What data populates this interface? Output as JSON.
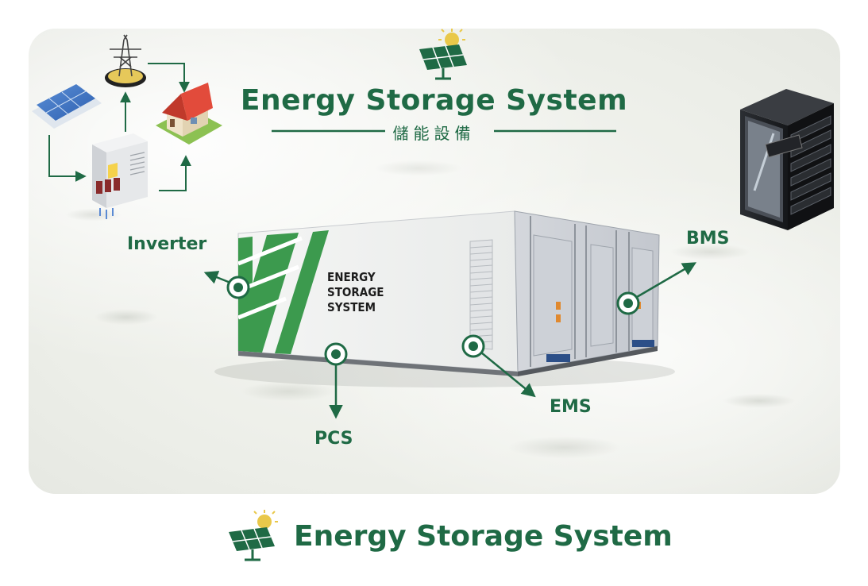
{
  "header": {
    "title": "Energy Storage System",
    "subtitle_cn": "儲能設備"
  },
  "container": {
    "side_text_line1": "ENERGY",
    "side_text_line2": "STORAGE",
    "side_text_line3": "SYSTEM"
  },
  "callouts": {
    "inverter": "Inverter",
    "pcs": "PCS",
    "ems": "EMS",
    "bms": "BMS"
  },
  "footer": {
    "title": "Energy Storage System"
  },
  "colors": {
    "brand_green": "#1f6a45",
    "panel_green": "#3c9a4e",
    "sun_yellow": "#e9c84a"
  },
  "icons": [
    "solar-sun-logo-icon",
    "solar-panel-icon",
    "power-tower-icon",
    "house-icon",
    "inverter-box-icon",
    "server-rack-icon",
    "container-icon"
  ]
}
